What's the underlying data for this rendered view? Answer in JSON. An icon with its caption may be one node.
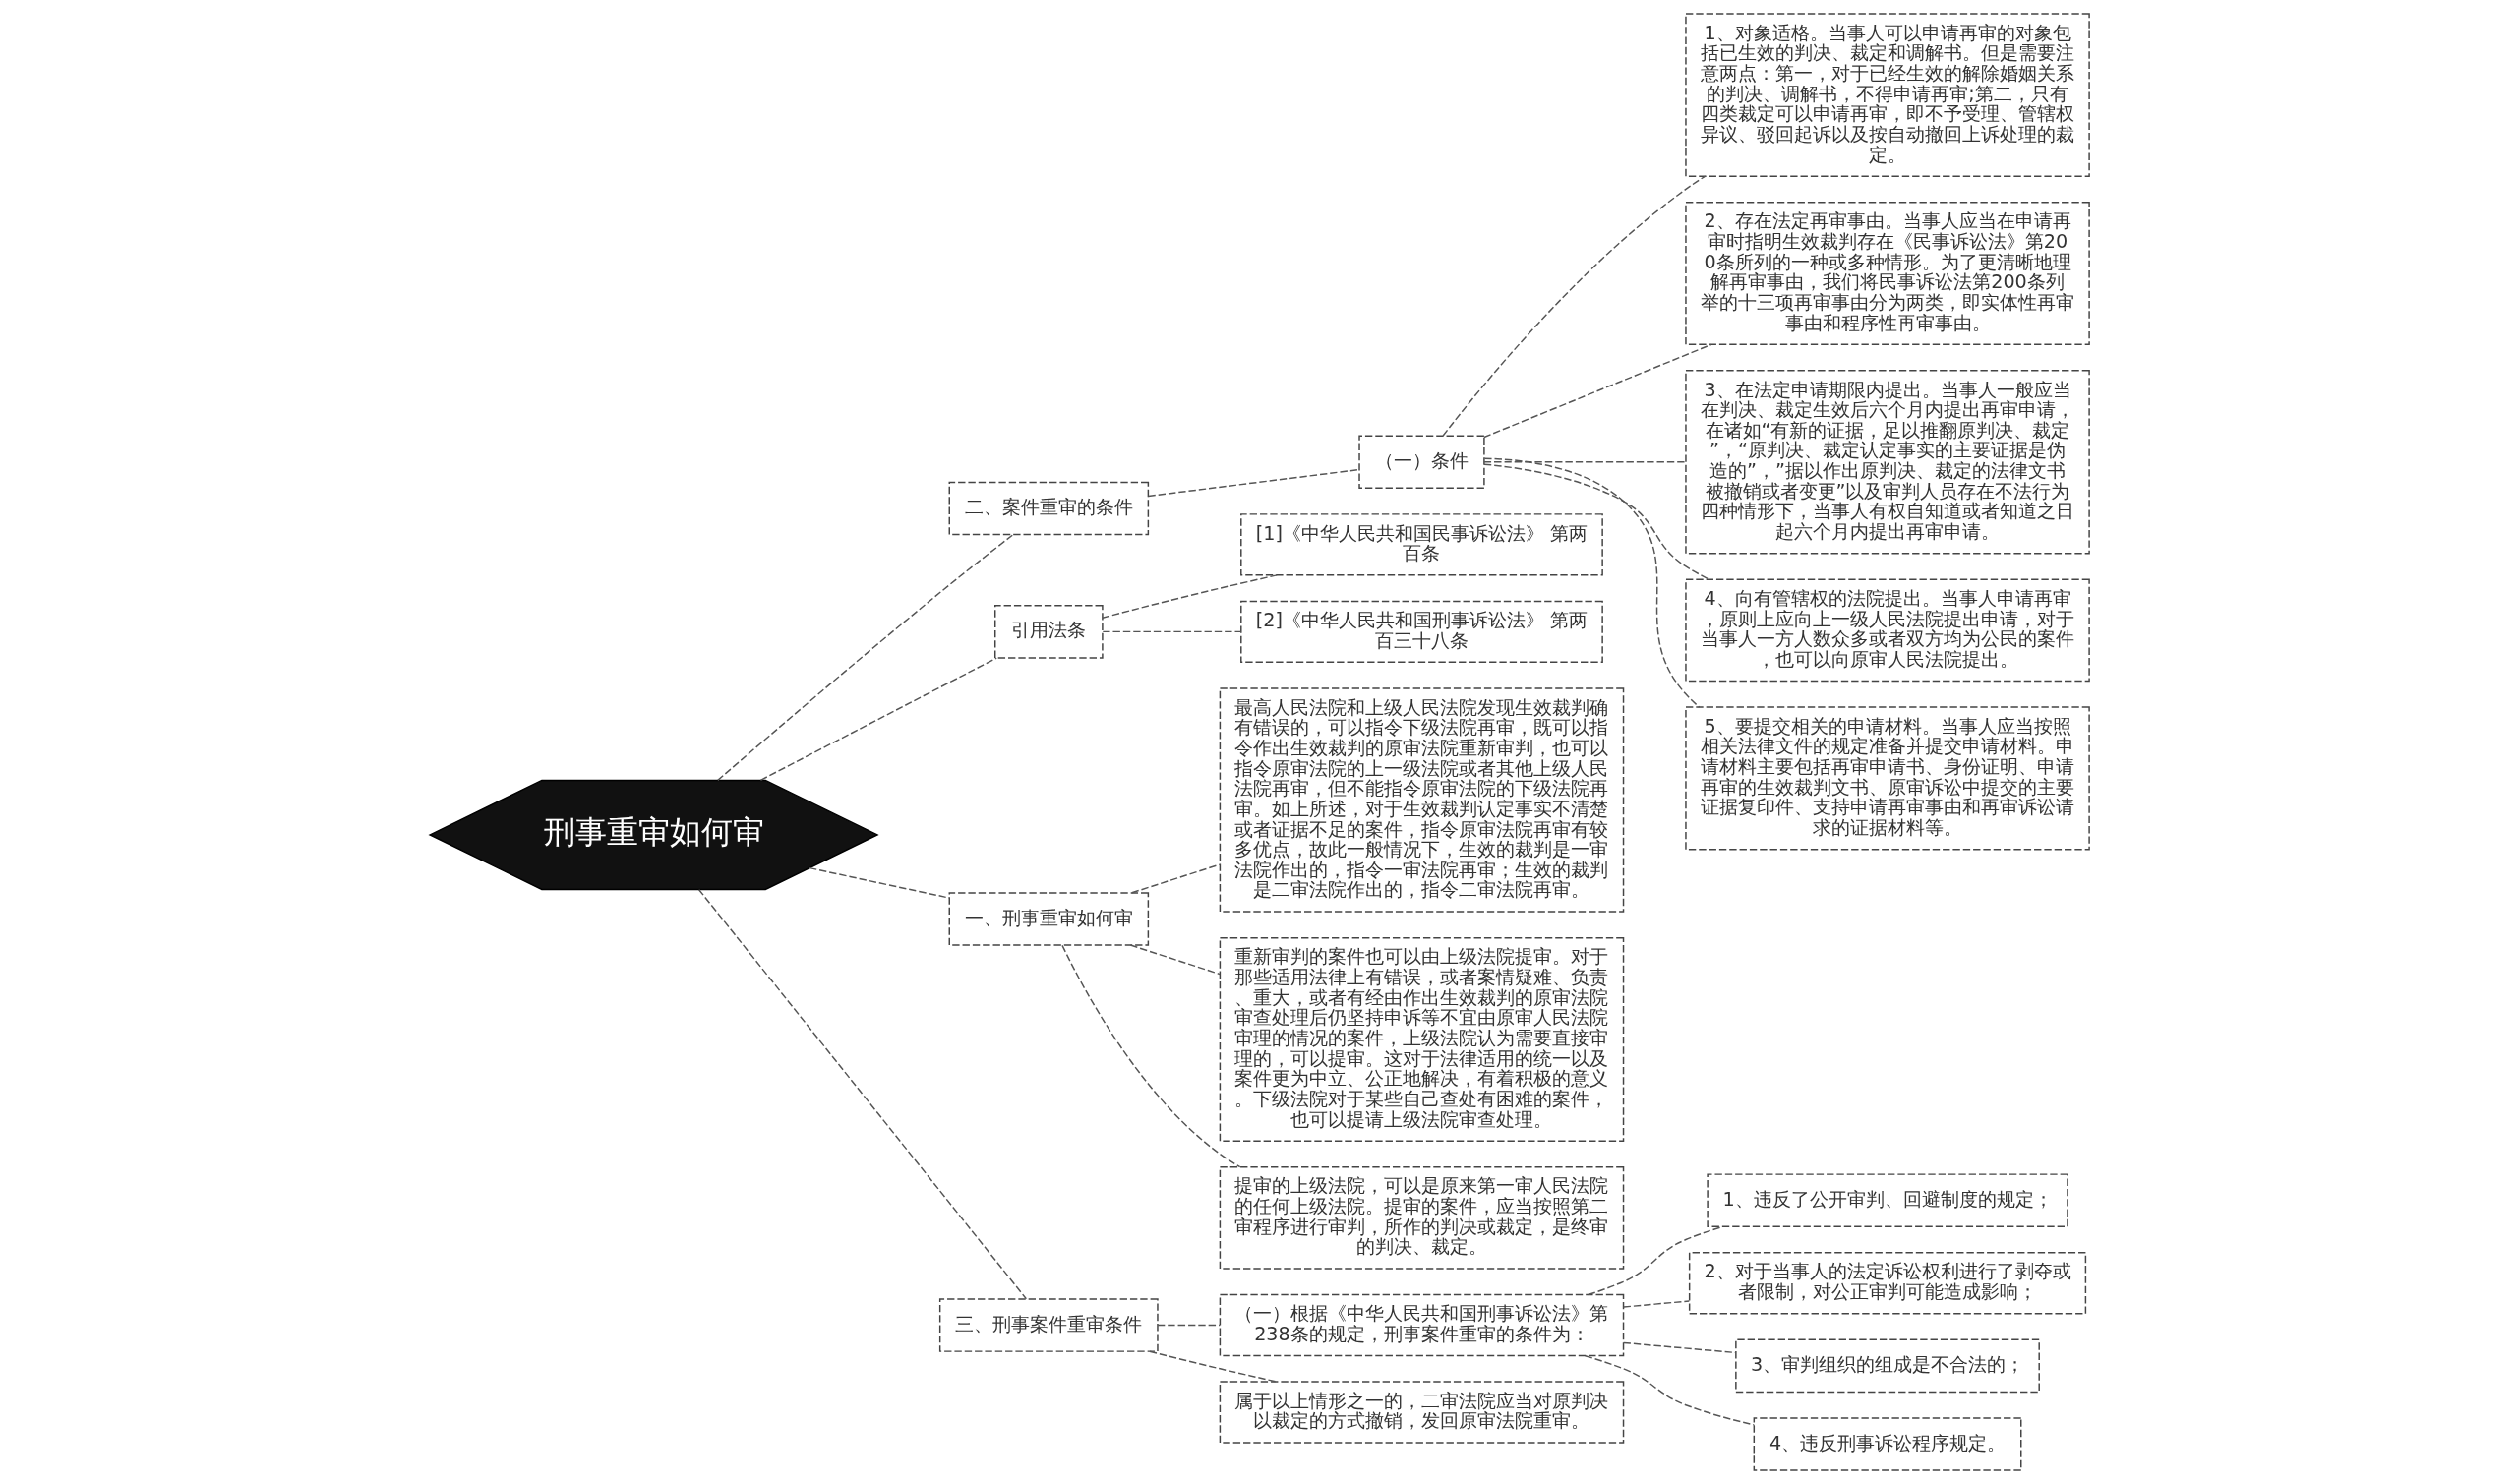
{
  "diagram": {
    "nodes": [
      {
        "text": [
          "刑事重审如何审"
        ]
      },
      {
        "text": [
          "二、案件重审的条件"
        ]
      },
      {
        "text": [
          "（一）条件"
        ]
      },
      {
        "text": [
          "1、对象适格。当事人可以申请再审的对象包括已生效的判决、裁定和调解书。但是需要注意两点：第一，对于已经生效的解除婚姻关系的判决、调解书，不得申请再审;第二，只有四类裁定可以申请再审，即不予受理、管辖权异议、驳回起诉以及按自动撤回上诉处理的裁定。"
        ]
      },
      {
        "text": [
          "2、存在法定再审事由。当事人应当在申请再审时指明生效裁判存在《民事诉讼法》第200条所列的一种或多种情形。为了更清晰地理解再审事由，我们将民事诉讼法第200条列举的十三项再审事由分为两类，即实体性再审事由和程序性再审事由。"
        ]
      },
      {
        "text": [
          "3、在法定申请期限内提出。当事人一般应当在判决、裁定生效后六个月内提出再审申请，在诸如“有新的证据，足以推翻原判决、裁定”，“原判决、裁定认定事实的主要证据是伪造的”，”据以作出原判决、裁定的法律文书被撤销或者变更”以及审判人员存在不法行为四种情形下，当事人有权自知道或者知道之日起六个月内提出再审申请。"
        ]
      },
      {
        "text": [
          "4、向有管辖权的法院提出。当事人申请再审，原则上应向上一级人民法院提出申请，对于当事人一方人数众多或者双方均为公民的案件，也可以向原审人民法院提出。"
        ]
      },
      {
        "text": [
          "5、要提交相关的申请材料。当事人应当按照相关法律文件的规定准备并提交申请材料。申请材料主要包括再审申请书、身份证明、申请再审的生效裁判文书、原审诉讼中提交的主要证据复印件、支持申请再审事由和再审诉讼请求的证据材料等。"
        ]
      },
      {
        "text": [
          "引用法条"
        ]
      },
      {
        "text": [
          "[1]《中华人民共和国民事诉讼法》 第两百条"
        ]
      },
      {
        "text": [
          "[2]《中华人民共和国刑事诉讼法》 第两百三十八条"
        ]
      },
      {
        "text": [
          "一、刑事重审如何审"
        ]
      },
      {
        "text": [
          "最高人民法院和上级人民法院发现生效裁判确有错误的，可以指令下级法院再审，既可以指令作出生效裁判的原审法院重新审判，也可以指令原审法院的上一级法院或者其他上级人民法院再审，但不能指令原审法院的下级法院再审。如上所述，对于生效裁判认定事实不清楚或者证据不足的案件，指令原审法院再审有较多优点，故此一般情况下，生效的裁判是一审法院作出的，指令一审法院再审；生效的裁判是二审法院作出的，指令二审法院再审。"
        ]
      },
      {
        "text": [
          "重新审判的案件也可以由上级法院提审。对于那些适用法律上有错误，或者案情疑难、负责、重大，或者有经由作出生效裁判的原审法院审查处理后仍坚持申诉等不宜由原审人民法院审理的情况的案件，上级法院认为需要直接审理的，可以提审。这对于法律适用的统一以及案件更为中立、公正地解决，有着积极的意义。下级法院对于某些自己查处有困难的案件，也可以提请上级法院审查处理。"
        ]
      },
      {
        "text": [
          "提审的上级法院，可以是原来第一审人民法院的任何上级法院。提审的案件，应当按照第二审程序进行审判，所作的判决或裁定，是终审的判决、裁定。"
        ]
      },
      {
        "text": [
          "三、刑事案件重审条件"
        ]
      },
      {
        "text": [
          "（一）根据《中华人民共和国刑事诉讼法》第238条的规定，刑事案件重审的条件为："
        ]
      },
      {
        "text": [
          "1、违反了公开审判、回避制度的规定；"
        ]
      },
      {
        "text": [
          "2、对于当事人的法定诉讼权利进行了剥夺或者限制，对公正审判可能造成影响；"
        ]
      },
      {
        "text": [
          "3、审判组织的组成是不合法的；"
        ]
      },
      {
        "text": [
          "4、违反刑事诉讼程序规定。"
        ]
      },
      {
        "text": [
          "属于以上情形之一的，二审法院应当对原判决以裁定的方式撤销，发回原审法院重审。"
        ]
      }
    ],
    "edges": [
      {
        "from": 0,
        "to": 1,
        "arrow": "none"
      },
      {
        "from": 1,
        "to": 2,
        "arrow": "none"
      },
      {
        "from": 2,
        "to": 3,
        "arrow": "none"
      },
      {
        "from": 2,
        "to": 4,
        "arrow": "none"
      },
      {
        "from": 2,
        "to": 5,
        "arrow": "none"
      },
      {
        "from": 2,
        "to": 6,
        "arrow": "none"
      },
      {
        "from": 2,
        "to": 7,
        "arrow": "none"
      },
      {
        "from": 0,
        "to": 8,
        "arrow": "none"
      },
      {
        "from": 8,
        "to": 9,
        "arrow": "none"
      },
      {
        "from": 8,
        "to": 10,
        "arrow": "none"
      },
      {
        "from": 0,
        "to": 11,
        "arrow": "none"
      },
      {
        "from": 11,
        "to": 12,
        "arrow": "none"
      },
      {
        "from": 11,
        "to": 13,
        "arrow": "none"
      },
      {
        "from": 11,
        "to": 14,
        "arrow": "none"
      },
      {
        "from": 0,
        "to": 15,
        "arrow": "none"
      },
      {
        "from": 15,
        "to": 16,
        "arrow": "none"
      },
      {
        "from": 16,
        "to": 17,
        "arrow": "none"
      },
      {
        "from": 16,
        "to": 18,
        "arrow": "none"
      },
      {
        "from": 16,
        "to": 19,
        "arrow": "none"
      },
      {
        "from": 16,
        "to": 20,
        "arrow": "none"
      },
      {
        "from": 15,
        "to": 21,
        "arrow": "none"
      }
    ]
  }
}
